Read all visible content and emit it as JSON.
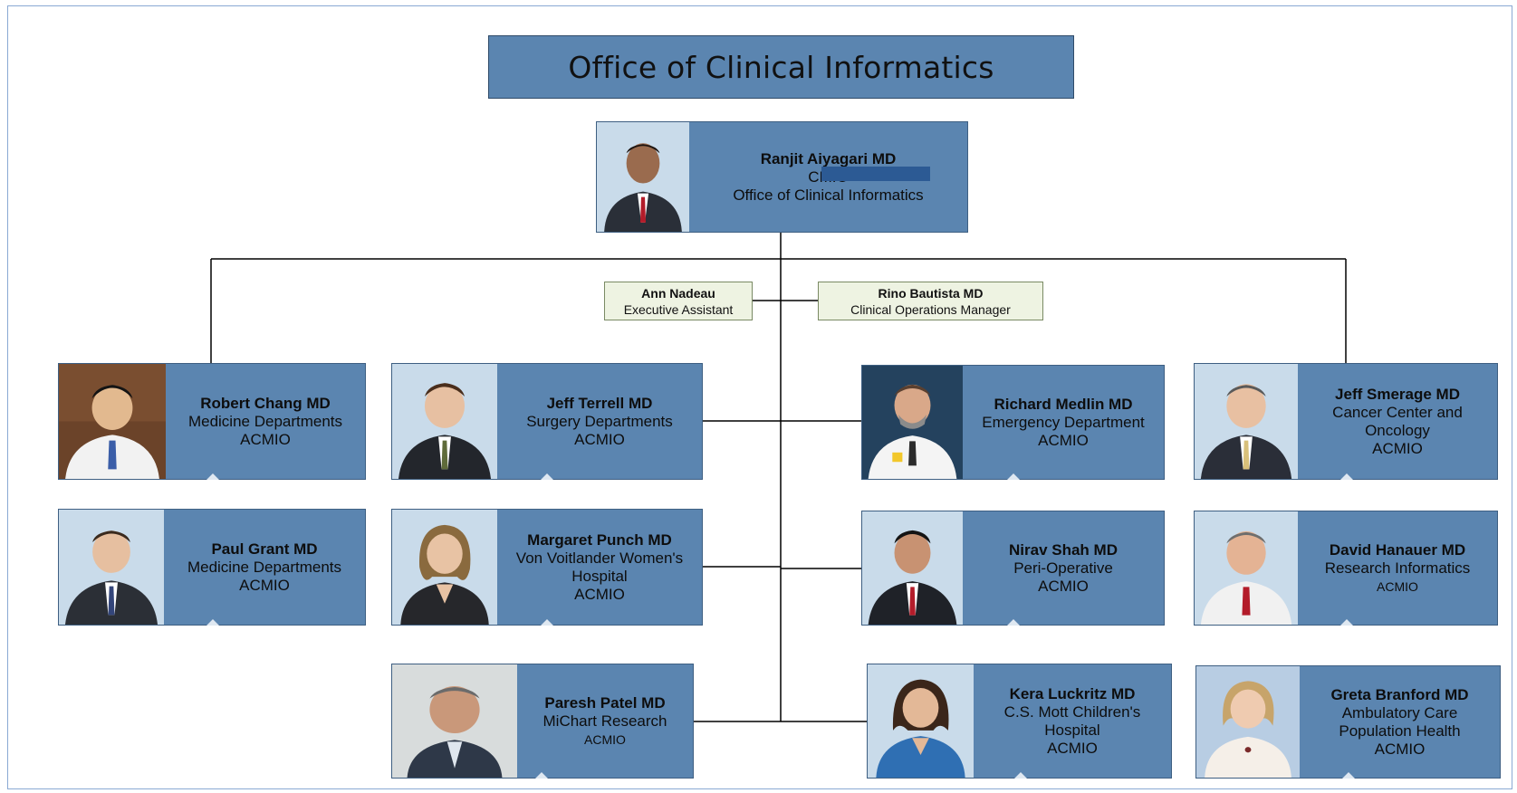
{
  "title": "Office of Clinical Informatics",
  "colors": {
    "card_fill": "#5b85b0",
    "card_border": "#3e5f82",
    "assistant_fill": "#eef3e2",
    "line": "#000000",
    "redaction": "#2c5a94"
  },
  "top": {
    "name": "Ranjit Aiyagari MD",
    "line1": "CMIO",
    "line2": "Office of Clinical Informatics",
    "photo_icon": "person-photo-icon"
  },
  "assistants": [
    {
      "name": "Ann Nadeau",
      "role": "Executive Assistant"
    },
    {
      "name": "Rino Bautista MD",
      "role": "Clinical Operations Manager"
    }
  ],
  "members": [
    {
      "name": "Robert Chang MD",
      "lines": [
        "Medicine Departments",
        "ACMIO"
      ]
    },
    {
      "name": "Paul Grant MD",
      "lines": [
        "Medicine Departments",
        "ACMIO"
      ]
    },
    {
      "name": "Jeff Terrell MD",
      "lines": [
        "Surgery Departments",
        "ACMIO"
      ]
    },
    {
      "name": "Margaret Punch MD",
      "lines": [
        "Von Voitlander Women's Hospital",
        "ACMIO"
      ]
    },
    {
      "name": "Paresh Patel MD",
      "lines": [
        "MiChart Research",
        "ACMIO"
      ]
    },
    {
      "name": "Richard Medlin MD",
      "lines": [
        "Emergency Department",
        "ACMIO"
      ]
    },
    {
      "name": "Nirav Shah MD",
      "lines": [
        "Peri-Operative",
        "ACMIO"
      ]
    },
    {
      "name": "Kera Luckritz MD",
      "lines": [
        "C.S. Mott Children's Hospital",
        "ACMIO"
      ]
    },
    {
      "name": "Jeff Smerage MD",
      "lines": [
        "Cancer Center and Oncology",
        "ACMIO"
      ]
    },
    {
      "name": "David Hanauer MD",
      "lines": [
        "Research Informatics",
        "ACMIO"
      ]
    },
    {
      "name": "Greta Branford MD",
      "lines": [
        "Ambulatory Care Population Health",
        "ACMIO"
      ]
    }
  ]
}
